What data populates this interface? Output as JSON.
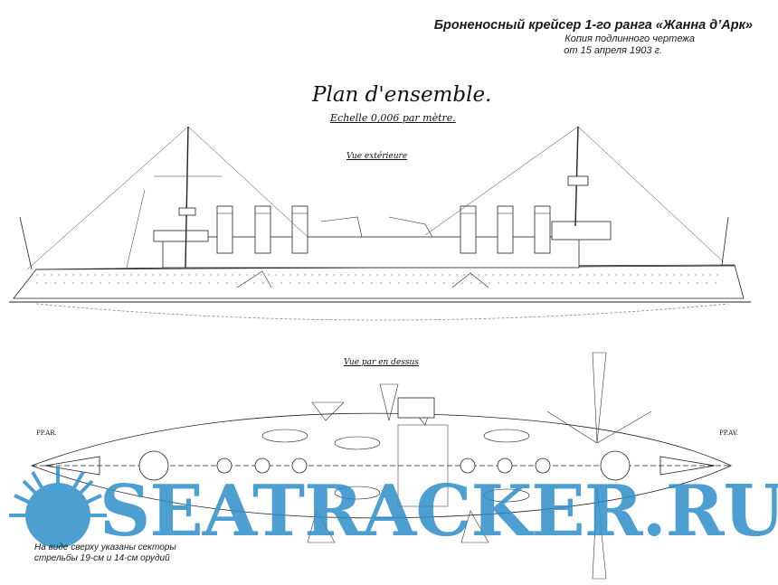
{
  "header": {
    "title": "Броненосный крейсер 1-го ранга «Жанна д’Арк»",
    "subtitle_line1": "Копия подлинного чертежа",
    "subtitle_line2": "от 15 апреля 1903 г."
  },
  "drawing": {
    "title": "Plan d'ensemble.",
    "scale": "Echelle 0,006 par mètre.",
    "side_view_label": "Vue extérieure",
    "top_view_label": "Vue par en dessus",
    "aft_mark": "PP.AR.",
    "fwd_mark": "PP.AV."
  },
  "note": {
    "line1": "На виде сверху указаны секторы",
    "line2": "стрельбы 19-см и 14-см орудий"
  },
  "watermark": {
    "text": "SEATRACKER.RU",
    "logo_icon": "sun-burst-icon",
    "color": "#2f8fc9"
  }
}
